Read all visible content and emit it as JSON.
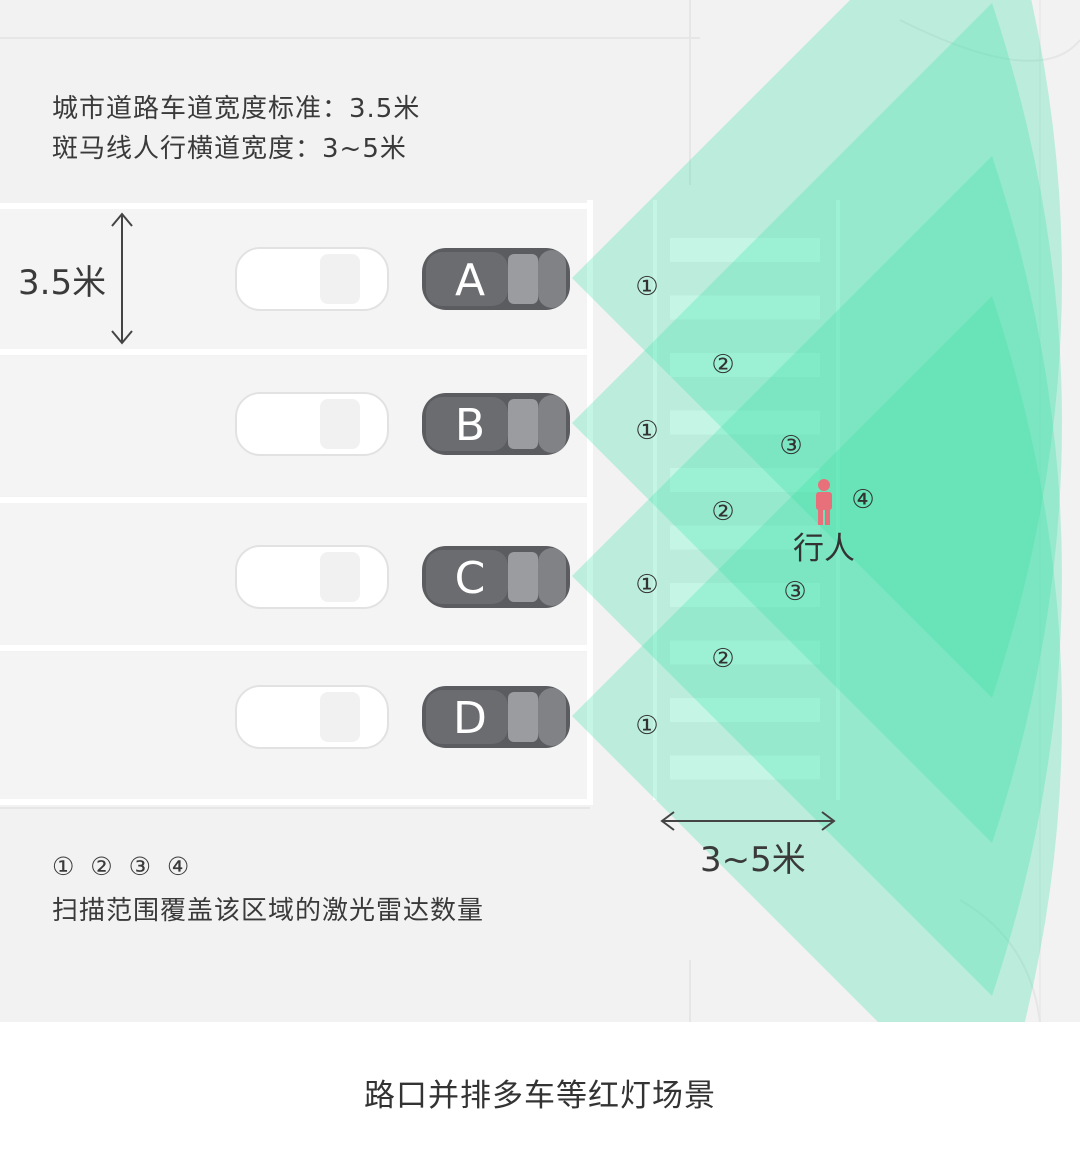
{
  "info": {
    "line1": "城市道路车道宽度标准：3.5米",
    "line2": "斑马线人行横道宽度：3~5米"
  },
  "lane_width_label": "3.5米",
  "crosswalk_width_label": "3~5米",
  "cars": [
    {
      "label": "A"
    },
    {
      "label": "B"
    },
    {
      "label": "C"
    },
    {
      "label": "D"
    }
  ],
  "coverage_marks": {
    "one": "①",
    "two": "②",
    "three": "③",
    "four": "④"
  },
  "pedestrian_label": "行人",
  "legend": {
    "symbols": "①  ②  ③  ④",
    "text": "扫描范围覆盖该区域的激光雷达数量"
  },
  "caption": "路口并排多车等红灯场景",
  "colors": {
    "scan_fill": "#3ee0a8",
    "road_bg": "#f2f2f2",
    "car_dark": "#5a5c60",
    "pedestrian": "#e8707a",
    "stripe": "#ffffff"
  }
}
